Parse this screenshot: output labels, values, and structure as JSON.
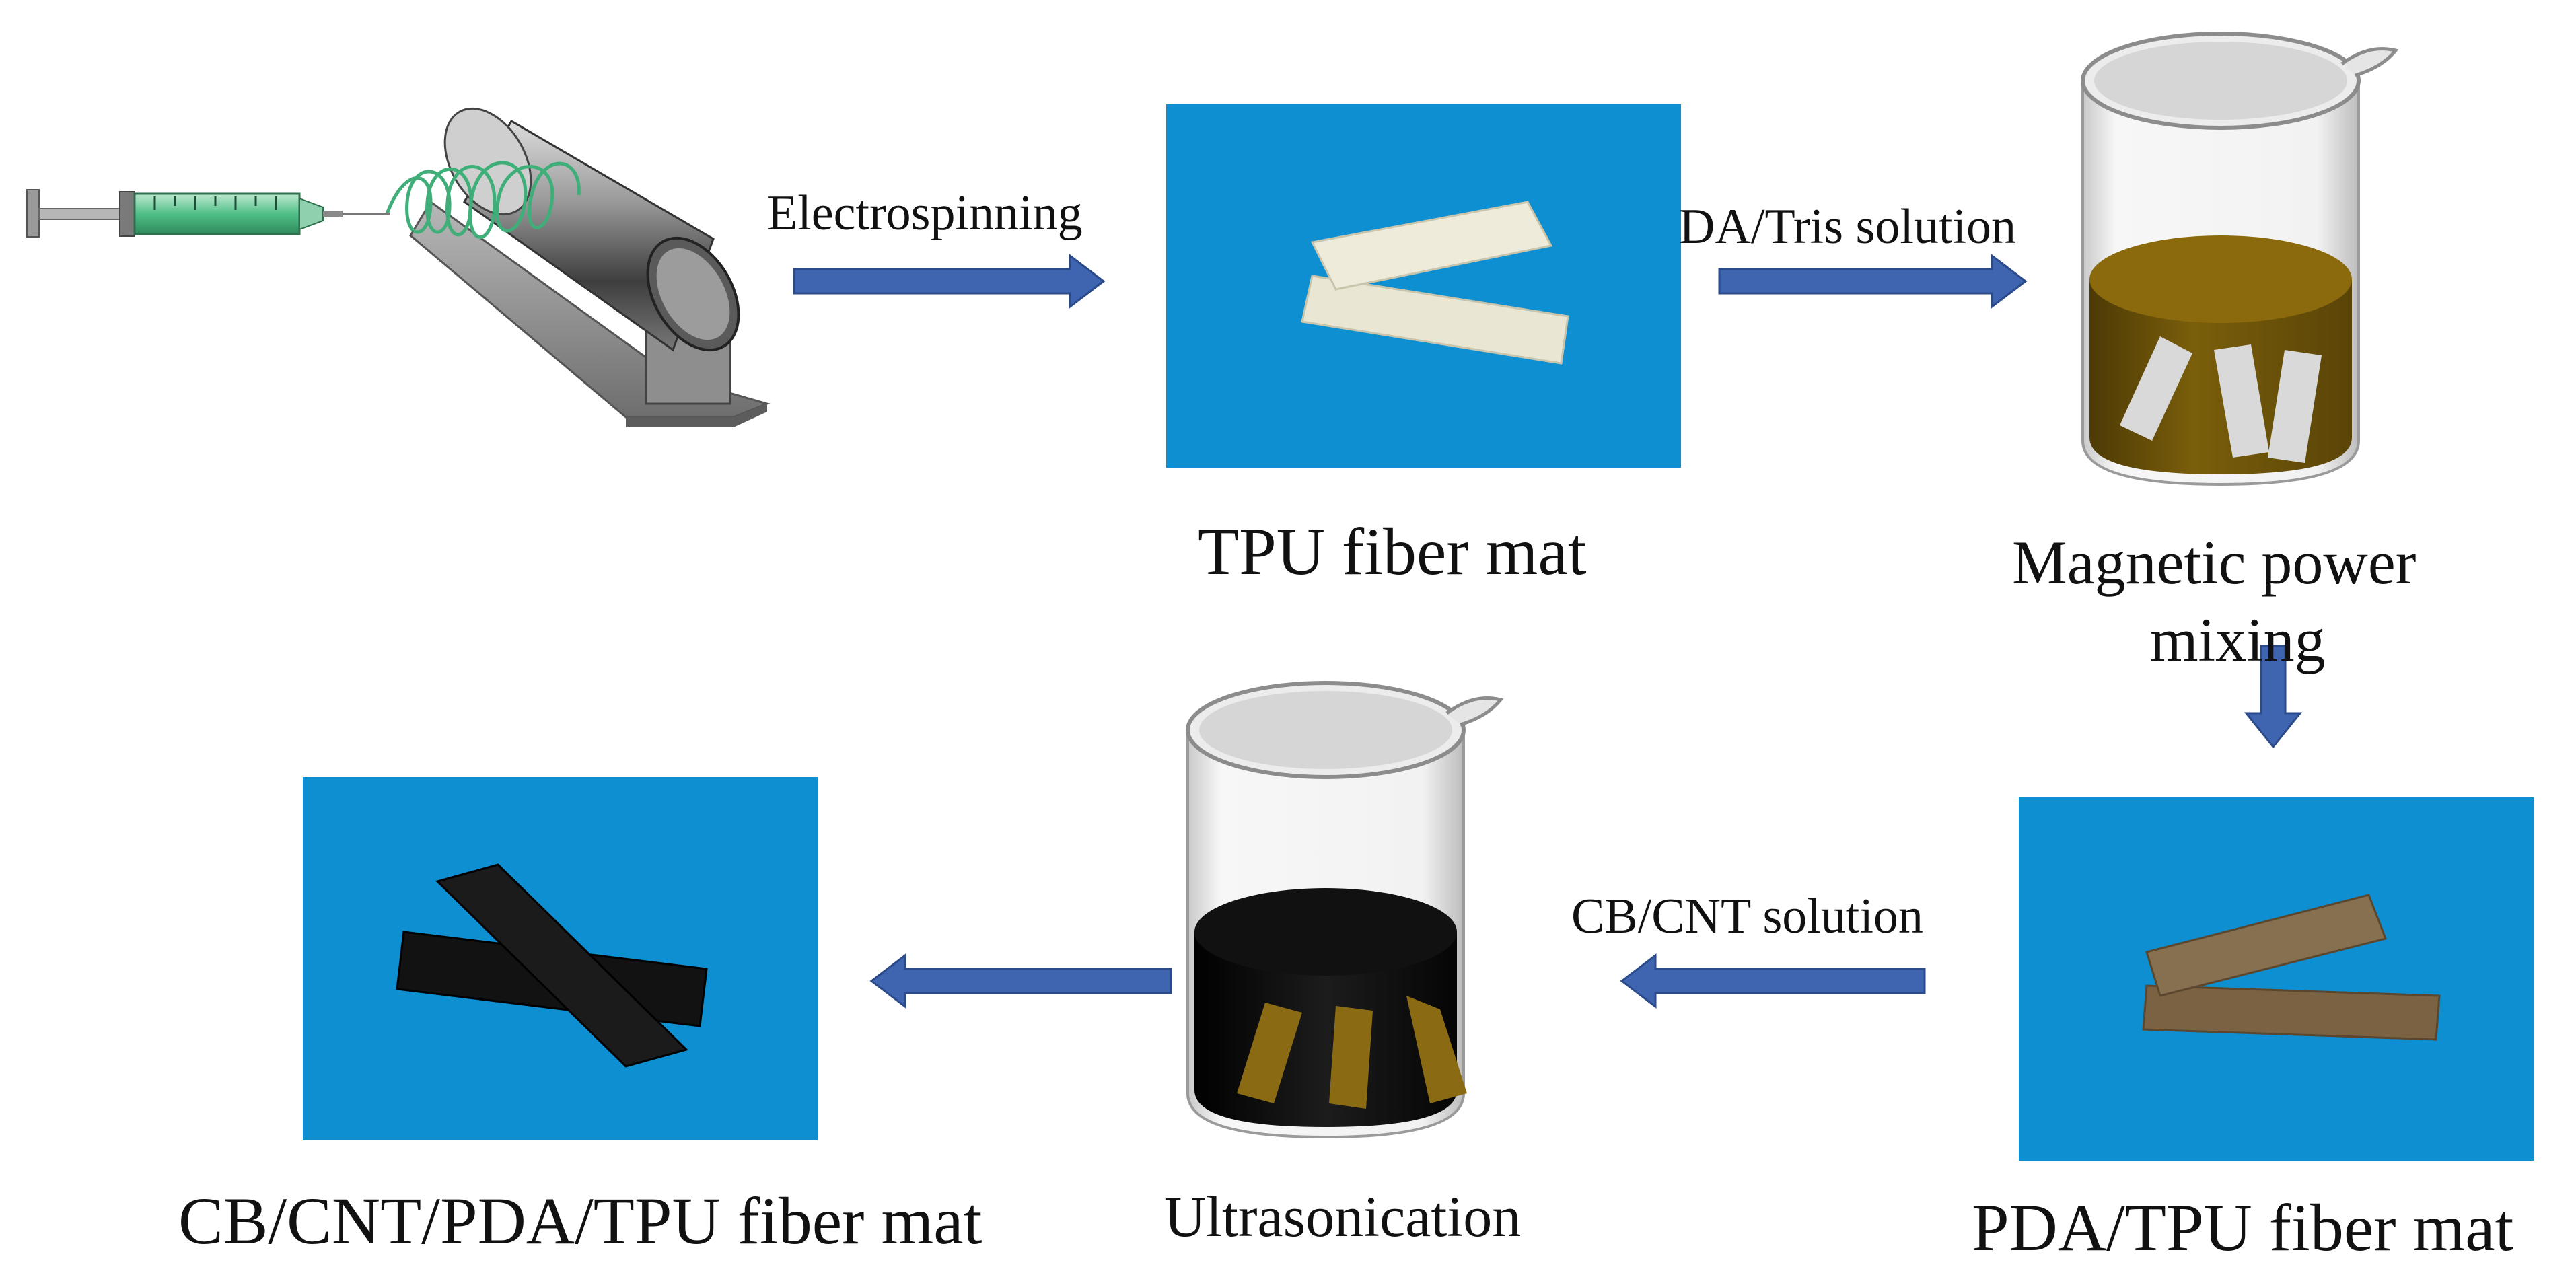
{
  "diagram": {
    "steps": {
      "electrospinning": "Electrospinning",
      "da_tris": "DA/Tris solution",
      "magnetic_1": "Magnetic power",
      "magnetic_2": "mixing",
      "cb_cnt_solution": "CB/CNT solution",
      "ultrasonication": "Ultrasonication"
    },
    "products": {
      "tpu_mat": "TPU fiber mat",
      "pda_tpu_mat": "PDA/TPU fiber mat",
      "final_mat": "CB/CNT/PDA/TPU fiber mat"
    },
    "colors": {
      "arrow": "#3f64b0",
      "arrow_edge": "#2a4a8a",
      "panel_blue": "#0d8fd1",
      "pda_liquid": "#6b5209",
      "cnt_liquid": "#0b0b0b",
      "white_strip": "#e9e6d4",
      "brown_strip": "#7a6243",
      "gold_strip": "#8a6a12"
    }
  }
}
